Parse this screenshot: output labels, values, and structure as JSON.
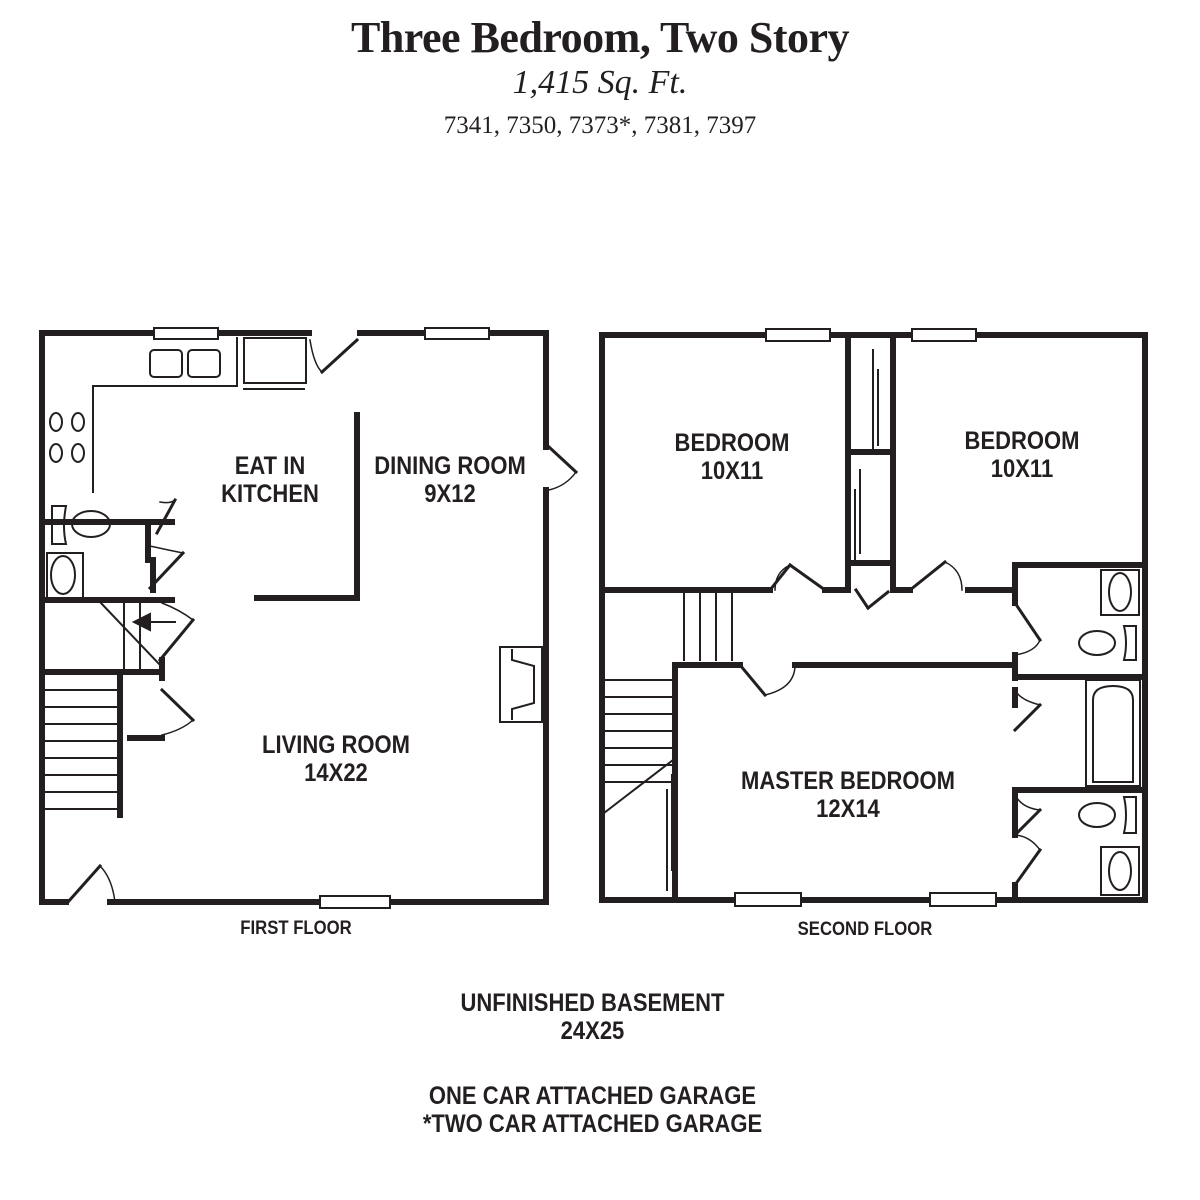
{
  "header": {
    "title": "Three Bedroom, Two Story",
    "area": "1,415 Sq. Ft.",
    "units": "7341, 7350, 7373*, 7381, 7397"
  },
  "first_floor": {
    "label": "FIRST FLOOR",
    "rooms": [
      {
        "name": "EAT IN",
        "name2": "KITCHEN"
      },
      {
        "name": "DINING ROOM",
        "size": "9X12"
      },
      {
        "name": "LIVING ROOM",
        "size": "14X22"
      }
    ]
  },
  "second_floor": {
    "label": "SECOND FLOOR",
    "rooms": [
      {
        "name": "BEDROOM",
        "size": "10X11"
      },
      {
        "name": "BEDROOM",
        "size": "10X11"
      },
      {
        "name": "MASTER BEDROOM",
        "size": "12X14"
      }
    ]
  },
  "notes": {
    "basement": "UNFINISHED BASEMENT",
    "basement_size": "24X25",
    "garage_one": "ONE CAR ATTACHED GARAGE",
    "garage_two": "*TWO CAR ATTACHED GARAGE"
  }
}
